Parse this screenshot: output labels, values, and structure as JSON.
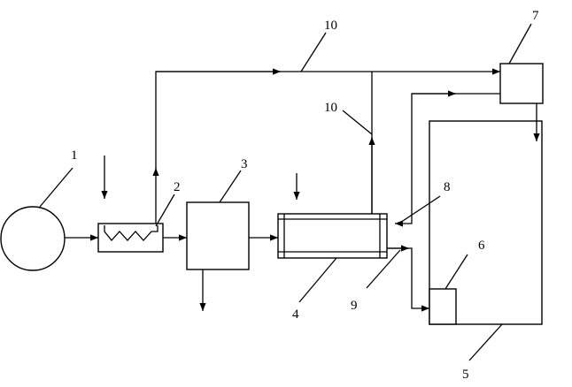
{
  "diagram": {
    "labels": {
      "n1": "1",
      "n2": "2",
      "n3": "3",
      "n4": "4",
      "n5": "5",
      "n6": "6",
      "n7": "7",
      "n8": "8",
      "n9": "9",
      "n10_top": "10",
      "n10_mid": "10"
    },
    "components": [
      "circle-source",
      "heat-exchanger",
      "box-3",
      "tube-reactor",
      "large-vessel",
      "small-box-6",
      "box-7"
    ]
  }
}
